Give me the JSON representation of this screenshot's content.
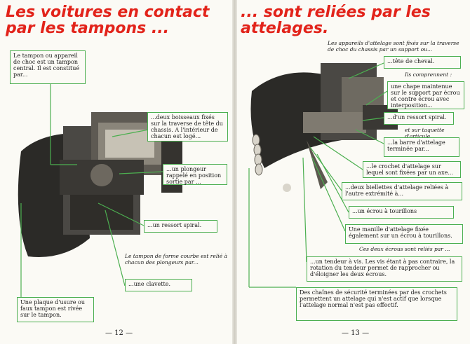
{
  "left": {
    "title": "Les voitures en contact par les tampons ...",
    "tampon_box": "Le tampon ou appareil de choc est un tampon central. Il est constitué par...",
    "boisseaux_box": "...deux boisseaux fixés sur la traverse de tête du chassis. A l'intérieur de chacun est logé...",
    "plongeur_box": "...un plongeur rappelé en position sortie par ...",
    "ressort_box": "...un ressort spiral.",
    "tampon_note": "Le tampon de forme courbe est relié à chacun des plongeurs par...",
    "clavette_box": "...une clavette.",
    "plaque_box": "Une plaque d'usure ou faux tampon est rivée sur le tampon.",
    "page_number": "— 12 —"
  },
  "right": {
    "title": "... sont reliées par les attelages.",
    "intro_note": "Les appareils d'attelage sont fixés sur la traverse de choc du chassis par un support ou...",
    "tete_box": "...tête de cheval.",
    "comprennent": "Ils comprennent :",
    "chape_box": "une chape maintenue sur le support par écrou et contre écrou avec interposition...",
    "ressort_box": "...d'un ressort spiral.",
    "taquette": "et sur taquette d'articule...",
    "barre_box": "...la barre d'attelage terminée par...",
    "crochet_box": "...le crochet d'attelage sur lequel sont fixées par un axe...",
    "biellettes_box": "...deux biellettes d'attelage reliées à l'autre extrémité à...",
    "ecrou_box": "...un écrou à tourillons",
    "manille_box": "Une manille d'attelage fixée également sur un écrou à tourillons.",
    "ecrous_note": "Ces deux écrous sont reliés par ...",
    "tendeur_box": "...un tendeur à vis. Les vis étant à pas contraire, la rotation du tendeur permet de rapprocher ou d'éloigner les deux écrous.",
    "chaines_box": "Des chaînes de sécurité terminées par des crochets permettent un attelage qui n'est actif que lorsque l'attelage normal n'est pas effectif.",
    "page_number": "— 13 —"
  }
}
